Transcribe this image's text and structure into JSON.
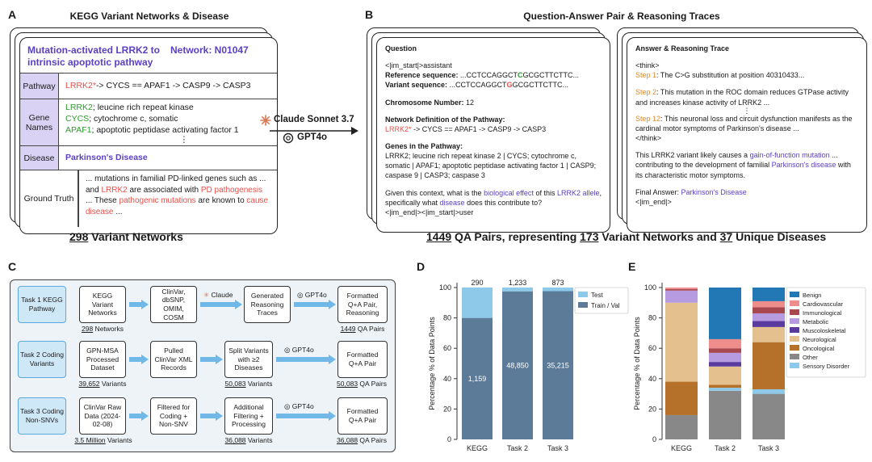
{
  "panel_a": {
    "label": "A",
    "title": "KEGG Variant Networks & Disease",
    "card_title": "Mutation-activated LRRK2 to intrinsic apoptotic pathway",
    "network_id": "Network: N01047",
    "pathway_label": "Pathway",
    "pathway_gene": "LRRK2*",
    "pathway_rest": " -> CYCS == APAF1 -> CASP9 -> CASP3",
    "genes_label": "Gene Names",
    "gene1_name": "LRRK2",
    "gene1_desc": "; leucine rich repeat kinase",
    "gene2_name": "CYCS",
    "gene2_desc": "; cytochrome c, somatic",
    "gene3_name": "APAF1",
    "gene3_desc": "; apoptotic peptidase activating factor 1",
    "vdots": "⋮",
    "disease_label": "Disease",
    "disease_value": "Parkinson's Disease",
    "truth_label": "Ground Truth",
    "truth_1": "... mutations in familial PD-linked genes such as ... and ",
    "truth_gene": "LRRK2",
    "truth_2": " are associated with ",
    "truth_path": "PD pathogenesis",
    "truth_3": " ... These ",
    "truth_mut": "pathogenic mutations",
    "truth_4": " are known to ",
    "truth_cause": "cause disease",
    "truth_5": " ...",
    "footer_num": "298",
    "footer_text": " Variant Networks"
  },
  "middle": {
    "claude_label": "Claude Sonnet 3.7",
    "gpt_label": "GPT4o",
    "claude_icon": "claude-icon",
    "gpt_icon": "openai-icon"
  },
  "panel_b": {
    "label": "B",
    "title": "Question-Answer Pair & Reasoning Traces",
    "q_header": "Question",
    "q_start": "<|im_start|>assistant",
    "ref_label": "Reference sequence:",
    "ref_pre": " ...CCTCCAGGCT",
    "ref_base": "C",
    "ref_post": "GCGCTTCTTC...",
    "var_label": "Variant sequence:",
    "var_pre": "   ...CCTCCAGGCT",
    "var_base": "G",
    "var_post": "GCGCTTCTTC...",
    "chrom_label": "Chromosome Number:",
    "chrom_value": " 12",
    "netdef_label": "Network Definition of the Pathway:",
    "netdef_gene": "LRRK2*",
    "netdef_rest": " -> CYCS == APAF1 -> CASP9 -> CASP3",
    "genes_label": "Genes in the Pathway:",
    "genes_text": "LRRK2; leucine rich repeat kinase 2 | CYCS; cytochrome c, somatic | APAF1; apoptotic peptidase activating factor 1 | CASP9; caspase 9 | CASP3; caspase 3",
    "ctx_1": "Given this context, what is the ",
    "ctx_effect": "biological effect",
    "ctx_2": " of this ",
    "ctx_allele": "LRRK2 allele",
    "ctx_3": ", specifically what ",
    "ctx_disease": "disease",
    "ctx_4": " does this contribute to?",
    "q_end": "<|im_end|><|im_start|>user",
    "a_header": "Answer & Reasoning Trace",
    "think_open": "<think>",
    "step1_label": "Step 1",
    "step1_text": ": The C>G substitution at position 40310433...",
    "step2_label": "Step 2",
    "step2_text": ": This mutation in the ROC domain reduces GTPase activity and increases kinase activity of LRRK2 ...",
    "vdots": "⋮",
    "step12_label": "Step 12",
    "step12_text": ": This neuronal loss and circuit dysfunction manifests as the cardinal motor symptoms of Parkinson's disease ...",
    "think_close": "</think>",
    "ans_1": "This LRRK2 variant likely causes a ",
    "ans_gof": "gain-of-function mutation",
    "ans_2": " ... contributing to the development of familial ",
    "ans_pd": "Parkinson's disease",
    "ans_3": " with its characteristic motor symptoms.",
    "final_label": "Final Answer: ",
    "final_value": "Parkinson's Disease",
    "a_end": "<|im_end|>",
    "footer_n1": "1449",
    "footer_t1": " QA Pairs, representing ",
    "footer_n2": "173",
    "footer_t2": " Variant Networks and ",
    "footer_n3": "37",
    "footer_t3": " Unique Diseases"
  },
  "panel_c": {
    "label": "C",
    "task1": {
      "title": "Task 1 KEGG Pathway",
      "box1": "KEGG Variant Networks",
      "box1_num": "298",
      "box1_unit": " Networks",
      "box2": "ClinVar, dbSNP, OMIM, COSM",
      "arrow_label": "Claude",
      "box3": "Generated Reasoning Traces",
      "arrow2_label": "GPT4o",
      "box4": "Formatted Q+A Pair, Reasoning",
      "box4_num": "1449",
      "box4_unit": " QA Pairs"
    },
    "task2": {
      "title": "Task 2 Coding Variants",
      "box1": "GPN-MSA Processed Dataset",
      "box1_num": "39,652",
      "box1_unit": " Variants",
      "box2": "Pulled ClinVar XML Records",
      "box3": "Split Variants with ≥2 Diseases",
      "box3_num": "50,083",
      "box3_unit": " Variants",
      "arrow_label": "GPT4o",
      "box4": "Formatted Q+A Pair",
      "box4_num": "50,083",
      "box4_unit": " QA Pairs"
    },
    "task3": {
      "title": "Task 3 Coding Non-SNVs",
      "box1": "ClinVar Raw Data (2024-02-08)",
      "box1_num": "3.5 Million",
      "box1_unit": " Variants",
      "box2": "Filtered for Coding + Non-SNV",
      "box3": "Additional Filtering + Processing",
      "box3_num": "36,088",
      "box3_unit": " Variants",
      "arrow_label": "GPT4o",
      "box4": "Formatted Q+A Pair",
      "box4_num": "36,088",
      "box4_unit": " QA Pairs"
    }
  },
  "panel_d_label": "D",
  "panel_e_label": "E",
  "chart_data": [
    {
      "type": "bar",
      "stacked": true,
      "categories": [
        "KEGG",
        "Task 2",
        "Task 3"
      ],
      "ylabel": "Percentage % of Data Points",
      "ylim": [
        0,
        100
      ],
      "yticks": [
        0,
        20,
        40,
        60,
        80,
        100
      ],
      "totals": [
        "290",
        "1,233",
        "873"
      ],
      "bar_labels": [
        "1,159",
        "48,850",
        "35,215"
      ],
      "legend_position": "top-right",
      "series": [
        {
          "name": "Train / Val",
          "color": "#5b7b99",
          "values": [
            80,
            97.5,
            97.6
          ]
        },
        {
          "name": "Test",
          "color": "#8ec9ea",
          "values": [
            20,
            2.5,
            2.4
          ]
        }
      ]
    },
    {
      "type": "bar",
      "stacked": true,
      "categories": [
        "KEGG",
        "Task 2",
        "Task 3"
      ],
      "ylabel": "Percentage % of Data Points",
      "ylim": [
        0,
        100
      ],
      "yticks": [
        0,
        20,
        40,
        60,
        80,
        100
      ],
      "legend_position": "top-right",
      "series": [
        {
          "name": "Other",
          "color": "#888888",
          "values": [
            16,
            32,
            30
          ]
        },
        {
          "name": "Sensory Disorder",
          "color": "#8ec9ea",
          "values": [
            0,
            2,
            3
          ]
        },
        {
          "name": "Oncological",
          "color": "#b5702a",
          "values": [
            22,
            2,
            31
          ]
        },
        {
          "name": "Neurological",
          "color": "#e3c08e",
          "values": [
            52,
            12,
            10
          ]
        },
        {
          "name": "Muscoloskeletal",
          "color": "#5a3a9e",
          "values": [
            0,
            3,
            4
          ]
        },
        {
          "name": "Metabolic",
          "color": "#b79be0",
          "values": [
            8,
            6,
            5
          ]
        },
        {
          "name": "Immunological",
          "color": "#a8474e",
          "values": [
            1,
            3,
            4
          ]
        },
        {
          "name": "Cardiovascular",
          "color": "#ef8c8c",
          "values": [
            1,
            6,
            4
          ]
        },
        {
          "name": "Benign",
          "color": "#2178b4",
          "values": [
            0,
            34,
            9
          ]
        }
      ],
      "legend_order": [
        "Benign",
        "Cardiovascular",
        "Immunological",
        "Metabolic",
        "Muscoloskeletal",
        "Neurological",
        "Oncological",
        "Other",
        "Sensory Disorder"
      ]
    }
  ]
}
